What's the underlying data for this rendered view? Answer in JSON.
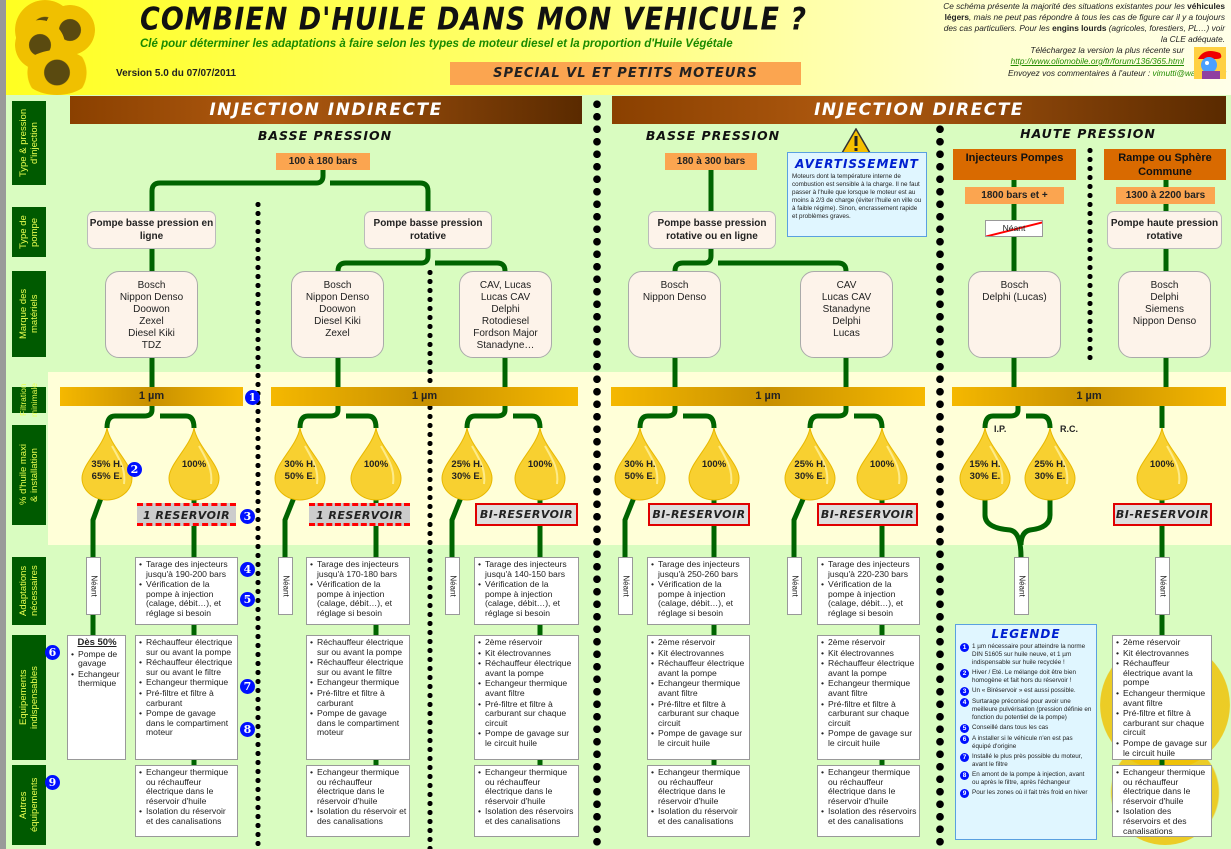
{
  "header": {
    "title": "COMBIEN D'HUILE DANS MON VEHICULE ?",
    "subtitle": "Clé pour déterminer les adaptations à faire selon les types de moteur diesel et la proportion d'Huile Végétale",
    "version": "Version 5.0 du 07/07/2011",
    "special": "SPECIAL VL ET PETITS MOTEURS",
    "note_1": "Ce schéma présente la majorité des situations existantes pour les",
    "note_2": "véhicules légers",
    "note_3": ", mais ne peut pas répondre à tous les cas de figure car il y a toujours des cas particuliers. Pour les",
    "note_4": "engins lourds",
    "note_5": "(agricoles, forestiers, PL…) voir la CLE adéquate.",
    "download_text": "Téléchargez la version la plus récente sur",
    "url": "http://www.oliomobile.org/fr/forum/136/365.html",
    "comment_text": "Envoyez vos commentaires à l'auteur :",
    "email": "vimutti@wanadoo.fr"
  },
  "row_labels": [
    "Type & pression\nd'injection",
    "Type de\npompe",
    "Marque des\nmatériels",
    "Filtration\nminimale",
    "% d'huile maxi\n& installation",
    "Adaptations\nnécessaires",
    "Equipements\nindispensables",
    "Autres\néquipements"
  ],
  "sections": {
    "indirect": "INJECTION INDIRECTE",
    "direct": "INJECTION DIRECTE",
    "indirect_low": "BASSE PRESSION",
    "direct_low": "BASSE PRESSION",
    "direct_high": "HAUTE PRESSION"
  },
  "pressures": {
    "indirect_low": "100 à 180 bars",
    "direct_low": "180 à 300 bars",
    "injector_pumps_title": "Injecteurs Pompes",
    "injector_pumps": "1800 bars et +",
    "common_rail_title": "Rampe ou Sphère Commune",
    "common_rail": "1300 à 2200 bars"
  },
  "pumps": {
    "inline": "Pompe basse pression en ligne",
    "rotary": "Pompe basse pression rotative",
    "rotary_or_inline": "Pompe basse pression rotative ou en ligne",
    "none": "Néant",
    "high_rotary": "Pompe haute pression rotative"
  },
  "brands": [
    "Bosch\nNippon Denso\nDoowon\nZexel\nDiesel Kiki\nTDZ",
    "Bosch\nNippon Denso\nDoowon\nDiesel Kiki\nZexel",
    "CAV, Lucas\nLucas CAV\nDelphi\nRotodiesel\nFordson Major\nStanadyne…",
    "Bosch\nNippon Denso",
    "CAV\nLucas CAV\nStanadyne\nDelphi\nLucas",
    "Bosch\nDelphi (Lucas)",
    "Bosch\nDelphi\nSiemens\nNippon Denso"
  ],
  "filtration": [
    "1 µm",
    "1 µm",
    "1 µm",
    "1 µm"
  ],
  "neant": "Néant",
  "columns": [
    {
      "drop_mix": "35% H.\n65% E.",
      "drop_full": "100%",
      "reservoir": "1 RESERVOIR",
      "adaptations": [
        "Tarage des injecteurs jusqu'à 190-200 bars",
        "Vérification de la pompe à injection (calage, débit…), et réglage si besoin"
      ],
      "partial_title": "Dès 50%",
      "partial_items": [
        "Pompe de gavage",
        "Echangeur thermique"
      ],
      "equipment": [
        "Réchauffeur électrique sur ou avant la pompe",
        "Réchauffeur électrique sur ou avant le filtre",
        "Echangeur thermique",
        "Pré-filtre et filtre à carburant",
        "Pompe de gavage dans le compartiment moteur"
      ],
      "others": [
        "Echangeur thermique ou réchauffeur électrique dans le réservoir d'huile",
        "Isolation du réservoir et des canalisations"
      ]
    },
    {
      "drop_mix": "30% H.\n50% E.",
      "drop_full": "100%",
      "reservoir": "1 RESERVOIR",
      "adaptations": [
        "Tarage des injecteurs jusqu'à 170-180 bars",
        "Vérification de la pompe à injection (calage, débit…), et réglage si besoin"
      ],
      "equipment": [
        "Réchauffeur électrique sur ou avant la pompe",
        "Réchauffeur électrique sur ou avant le filtre",
        "Echangeur thermique",
        "Pré-filtre et filtre à carburant",
        "Pompe de gavage dans le compartiment moteur"
      ],
      "others": [
        "Echangeur thermique ou réchauffeur électrique dans le réservoir d'huile",
        "Isolation du réservoir et des canalisations"
      ]
    },
    {
      "drop_mix": "25% H.\n30% E.",
      "drop_full": "100%",
      "reservoir": "BI-RESERVOIR",
      "adaptations": [
        "Tarage des injecteurs jusqu'à 140-150 bars",
        "Vérification de la pompe à injection (calage, débit…), et réglage si besoin"
      ],
      "equipment": [
        "2ème réservoir",
        "Kit électrovannes",
        "Réchauffeur électrique avant la pompe",
        "Echangeur thermique avant filtre",
        "Pré-filtre et filtre à carburant sur chaque circuit",
        "Pompe de gavage sur le circuit huile"
      ],
      "others": [
        "Echangeur thermique ou réchauffeur électrique dans le réservoir d'huile",
        "Isolation des réservoirs et des canalisations"
      ]
    },
    {
      "drop_mix": "30% H.\n50% E.",
      "drop_full": "100%",
      "reservoir": "BI-RESERVOIR",
      "adaptations": [
        "Tarage des injecteurs jusqu'à 250-260 bars",
        "Vérification de la pompe à injection (calage, débit…), et réglage si besoin"
      ],
      "equipment": [
        "2ème réservoir",
        "Kit électrovannes",
        "Réchauffeur électrique avant la pompe",
        "Echangeur thermique avant filtre",
        "Pré-filtre et filtre à carburant sur chaque circuit",
        "Pompe de gavage sur le circuit huile"
      ],
      "others": [
        "Echangeur thermique ou réchauffeur électrique dans le réservoir d'huile",
        "Isolation du réservoir et des canalisations"
      ]
    },
    {
      "drop_mix": "25% H.\n30% E.",
      "drop_full": "100%",
      "reservoir": "BI-RESERVOIR",
      "adaptations": [
        "Tarage des injecteurs jusqu'à 220-230 bars",
        "Vérification de la pompe à injection (calage, débit…), et réglage si besoin"
      ],
      "equipment": [
        "2ème réservoir",
        "Kit électrovannes",
        "Réchauffeur électrique avant la pompe",
        "Echangeur thermique avant filtre",
        "Pré-filtre et filtre à carburant sur chaque circuit",
        "Pompe de gavage sur le circuit huile"
      ],
      "others": [
        "Echangeur thermique ou réchauffeur électrique dans le réservoir d'huile",
        "Isolation des réservoirs et des canalisations"
      ]
    },
    {
      "label_ip": "I.P.",
      "label_rc": "R.C.",
      "drop_ip": "15% H.\n30% E.",
      "drop_rc": "25% H.\n30% E."
    },
    {
      "drop_full": "100%",
      "reservoir": "BI-RESERVOIR",
      "equipment": [
        "2ème réservoir",
        "Kit électrovannes",
        "Réchauffeur électrique avant la pompe",
        "Echangeur thermique avant filtre",
        "Pré-filtre et filtre à carburant sur chaque circuit",
        "Pompe de gavage sur le circuit huile"
      ],
      "others": [
        "Echangeur thermique ou réchauffeur électrique dans le réservoir d'huile",
        "Isolation des réservoirs et des canalisations"
      ]
    }
  ],
  "warning": {
    "title": "AVERTISSEMENT",
    "text": "Moteurs dont la température interne de combustion est sensible à la charge. Il ne faut passer à l'huile que lorsque le moteur est au moins à 2/3 de charge (éviter l'huile en ville ou à faible régime). Sinon, encrassement rapide et problèmes graves."
  },
  "legend": {
    "title": "LEGENDE",
    "items": [
      "1 µm nécessaire pour atteindre la norme DIN 51605 sur huile neuve, et 1 µm indispensable sur huile recyclée !",
      "Hiver / Eté. Le mélange doit être bien homogène et fait hors du réservoir !",
      "Un « Biréservoir » est aussi possible.",
      "Surtarage préconisé pour avoir une meilleure pulvérisation (pression définie en fonction du potentiel de la pompe)",
      "Conseillé dans tous les cas",
      "A installer si le véhicule n'en est pas équipé d'origine",
      "Installé le plus près possible du moteur, avant le filtre",
      "En amont de la pompe à injection, avant ou après le filtre, après l'échangeur",
      "Pour les zones où il fait très froid en hiver"
    ]
  },
  "badges": [
    "1",
    "2",
    "3",
    "4",
    "5",
    "6",
    "7",
    "8",
    "9"
  ],
  "colors": {
    "dark_green": "#005a00",
    "line_green": "#006400",
    "orange": "#fba550",
    "dark_orange": "#d96a00",
    "brown": "#8a4000",
    "badge_blue": "#0010ff"
  }
}
